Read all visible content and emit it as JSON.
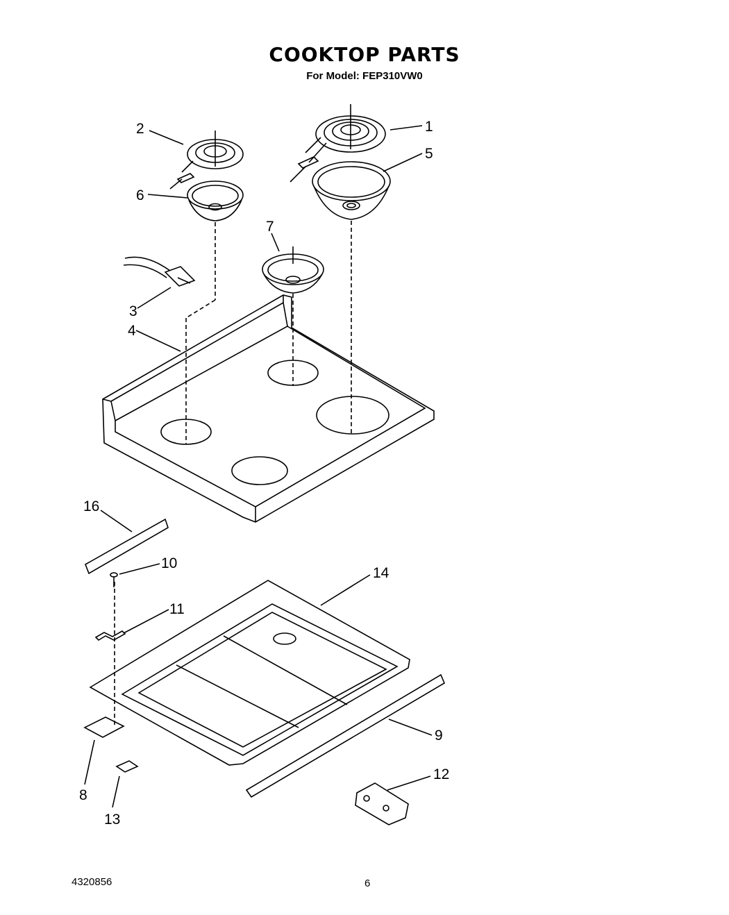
{
  "header": {
    "title": "COOKTOP PARTS",
    "subtitle": "For Model: FEP310VW0"
  },
  "callouts": [
    "1",
    "2",
    "3",
    "4",
    "5",
    "6",
    "7",
    "8",
    "9",
    "10",
    "11",
    "12",
    "13",
    "14",
    "16"
  ],
  "footer": {
    "part_number": "4320856",
    "page_number": "6"
  }
}
